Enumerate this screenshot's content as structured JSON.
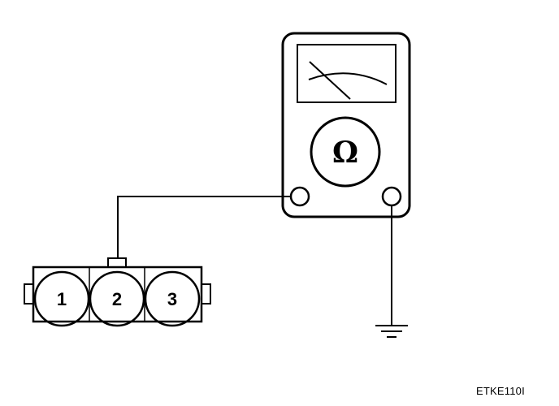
{
  "figure": {
    "code": "ETKE110I"
  },
  "meter": {
    "mode_symbol": "Ω",
    "icon": "ohmmeter-icon"
  },
  "connector": {
    "pins": [
      "1",
      "2",
      "3"
    ],
    "icon": "three-pin-connector-icon"
  },
  "ground": {
    "icon": "ground-symbol-icon"
  },
  "colors": {
    "ink": "#000000",
    "background": "#ffffff"
  }
}
